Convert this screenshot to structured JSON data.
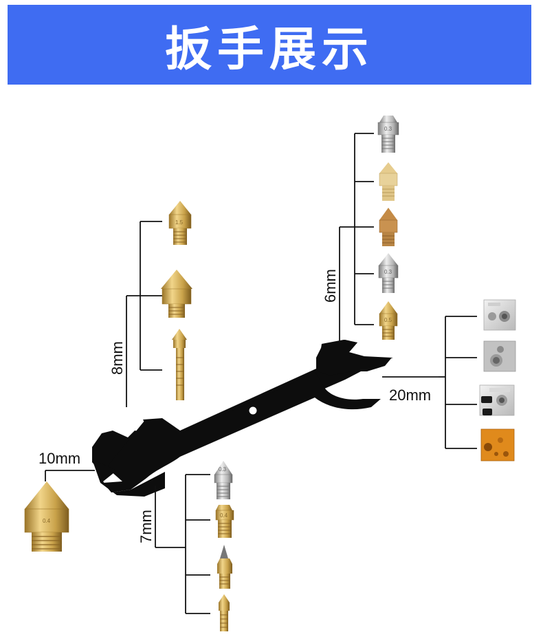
{
  "banner": {
    "title": "扳手展示"
  },
  "labels": {
    "size_8": "8mm",
    "size_6": "6mm",
    "size_20": "20mm",
    "size_10": "10mm",
    "size_7": "7mm"
  },
  "nozzle_marks": {
    "n8_top": "1.5",
    "n6_steel_top": "0.3",
    "n6_steel_mid": "0.3",
    "n6_bottom": "0.5",
    "n7_top": "0.3",
    "n7_second": "0.4",
    "n10": "0.4"
  },
  "colors": {
    "banner": "#3f6cf2",
    "wrench": "#0d0d0d",
    "brass": "#c9a24a",
    "steel": "#b8b8b8",
    "copper_block": "#e08a1c",
    "line": "#111111"
  },
  "icons": {
    "wrench": "double-open-end-wrench",
    "nozzle_brass": "brass-nozzle",
    "nozzle_steel": "steel-nozzle",
    "heater_block": "heater-block"
  }
}
